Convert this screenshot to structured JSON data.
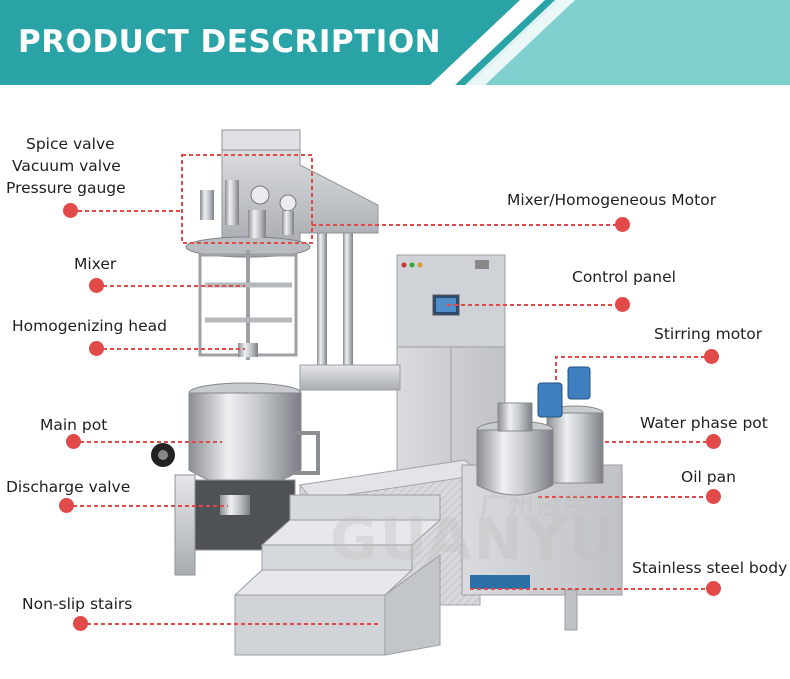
{
  "banner": {
    "title": "PRODUCT DESCRIPTION"
  },
  "colors": {
    "teal": "#2aa3a7",
    "light_teal": "#7fd0cf",
    "callout": "#e24a4a"
  },
  "labels": {
    "spice_valve": "Spice valve",
    "vacuum_valve": "Vacuum valve",
    "pressure_gauge": "Pressure gauge",
    "mixer_motor": "Mixer/Homogeneous Motor",
    "mixer": "Mixer",
    "control_panel": "Control panel",
    "homogenizing_head": "Homogenizing head",
    "stirring_motor": "Stirring motor",
    "main_pot": "Main pot",
    "water_phase_pot": "Water phase pot",
    "oil_pan": "Oil pan",
    "discharge_valve": "Discharge valve",
    "stainless_steel_body": "Stainless steel body",
    "non_slip_stairs": "Non-slip stairs"
  },
  "watermark": {
    "brand": "GUANYU",
    "chinese": "广州冠宇"
  }
}
